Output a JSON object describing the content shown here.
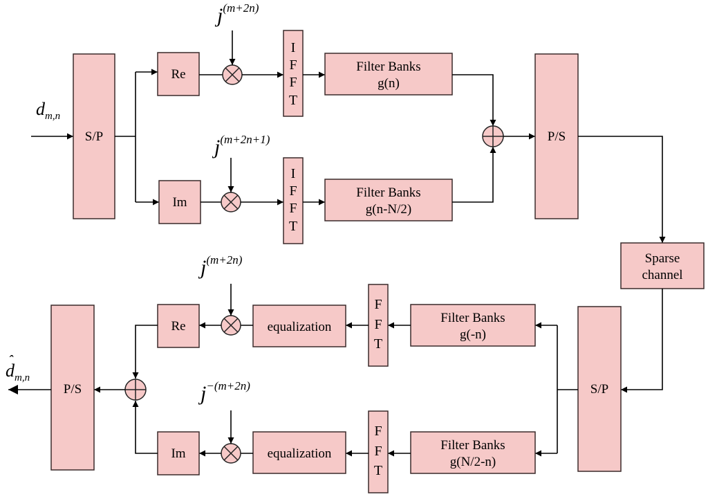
{
  "input_symbol": {
    "base": "d",
    "sub": "m,n"
  },
  "output_symbol": {
    "base": "d",
    "sub": "m,n",
    "accent": "ˆ"
  },
  "transmitter": {
    "sp": "S/P",
    "re": "Re",
    "im": "Im",
    "phase_top": {
      "base": "j",
      "exp": "(m+2n)"
    },
    "phase_bottom": {
      "base": "j",
      "exp": "(m+2n+1)"
    },
    "ifft_letters": [
      "I",
      "F",
      "F",
      "T"
    ],
    "fb_top": {
      "line1": "Filter Banks",
      "line2": "g(n)"
    },
    "fb_bottom": {
      "line1": "Filter Banks",
      "line2": "g(n-N/2)"
    },
    "ps": "P/S"
  },
  "channel": {
    "line1": "Sparse",
    "line2": "channel"
  },
  "receiver": {
    "sp": "S/P",
    "fb_top": {
      "line1": "Filter Banks",
      "line2": "g(-n)"
    },
    "fb_bottom": {
      "line1": "Filter Banks",
      "line2": "g(N/2-n)"
    },
    "fft_letters": [
      "F",
      "F",
      "T"
    ],
    "eq_top": "equalization",
    "eq_bottom": "equalization",
    "phase_top": {
      "base": "j",
      "exp": "(m+2n)"
    },
    "phase_bottom": {
      "base": "j",
      "exp": "−(m+2n)"
    },
    "re": "Re",
    "im": "Im",
    "ps": "P/S"
  },
  "colors": {
    "block_fill": "#f6c9c8",
    "line": "#000000"
  }
}
